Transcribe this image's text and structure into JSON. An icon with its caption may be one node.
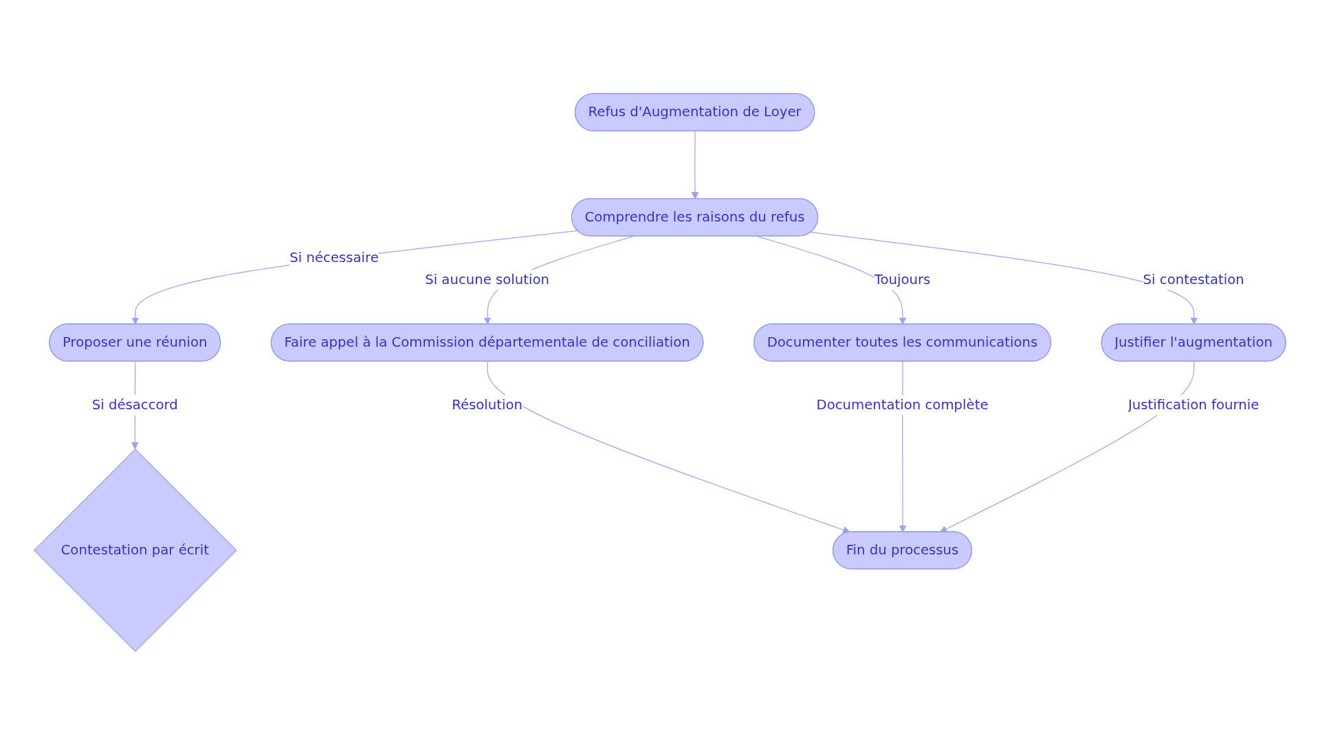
{
  "diagram": {
    "nodes": [
      {
        "text": [
          "Refus d'Augmentation de Loyer"
        ]
      },
      {
        "text": [
          "Comprendre les raisons du refus"
        ]
      },
      {
        "text": [
          "Proposer une réunion"
        ]
      },
      {
        "text": [
          "Faire appel à la Commission départementale de conciliation"
        ]
      },
      {
        "text": [
          "Documenter toutes les communications"
        ]
      },
      {
        "text": [
          "Justifier l'augmentation"
        ]
      },
      {
        "text": [
          "Contestation par écrit"
        ]
      },
      {
        "text": [
          "Fin du processus"
        ]
      }
    ],
    "edges": [
      {
        "from": 0,
        "to": 1,
        "arrow": "to"
      },
      {
        "from": 1,
        "to": 2,
        "label": "Si nécessaire",
        "arrow": "to"
      },
      {
        "from": 1,
        "to": 3,
        "label": "Si aucune solution",
        "arrow": "to"
      },
      {
        "from": 1,
        "to": 4,
        "label": "Toujours",
        "arrow": "to"
      },
      {
        "from": 1,
        "to": 5,
        "label": "Si contestation",
        "arrow": "to"
      },
      {
        "from": 2,
        "to": 6,
        "label": "Si désaccord",
        "arrow": "to"
      },
      {
        "from": 3,
        "to": 7,
        "label": "Résolution",
        "arrow": "to"
      },
      {
        "from": 4,
        "to": 7,
        "label": "Documentation complète",
        "arrow": "to"
      },
      {
        "from": 5,
        "to": 7,
        "label": "Justification fournie",
        "arrow": "to"
      }
    ]
  }
}
